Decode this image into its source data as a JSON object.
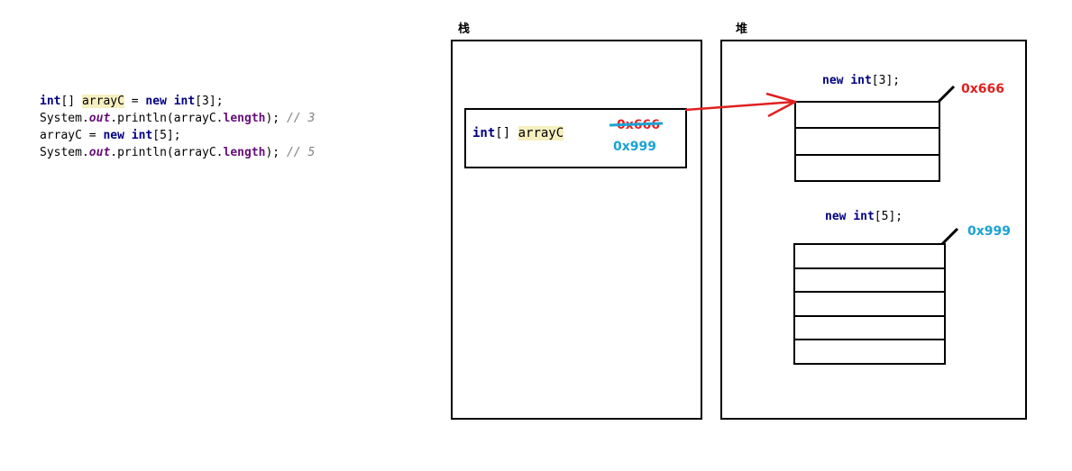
{
  "code": {
    "line1": {
      "kw1": "int",
      "p1": "[] ",
      "var": "arrayC",
      "p2": " = ",
      "kw2": "new",
      "p3": " ",
      "kw3": "int",
      "p4": "[3];"
    },
    "line2": {
      "p1": "System.",
      "out": "out",
      "p2": ".println(arrayC.",
      "len": "length",
      "p3": "); ",
      "comment": "// 3"
    },
    "line3": {
      "p1": "arrayC = ",
      "kw1": "new",
      "p2": " ",
      "kw2": "int",
      "p3": "[5];"
    },
    "line4": {
      "p1": "System.",
      "out": "out",
      "p2": ".println(arrayC.",
      "len": "length",
      "p3": "); ",
      "comment": "// 5"
    }
  },
  "stack": {
    "title": "栈",
    "var_type": "int",
    "var_brackets": "[] ",
    "var_name": "arrayC",
    "old_address": "0x666",
    "new_address": "0x999"
  },
  "heap": {
    "title": "堆",
    "arrays": [
      {
        "label_kw": "new ",
        "label_type": "int",
        "label_rest": "[3];",
        "address": "0x666",
        "length": 3
      },
      {
        "label_kw": "new ",
        "label_type": "int",
        "label_rest": "[5];",
        "address": "0x999",
        "length": 5
      }
    ]
  },
  "colors": {
    "old_address": "#e02020",
    "new_address": "#1aa3d4",
    "keyword": "#000080",
    "arrow": "#e02020"
  }
}
